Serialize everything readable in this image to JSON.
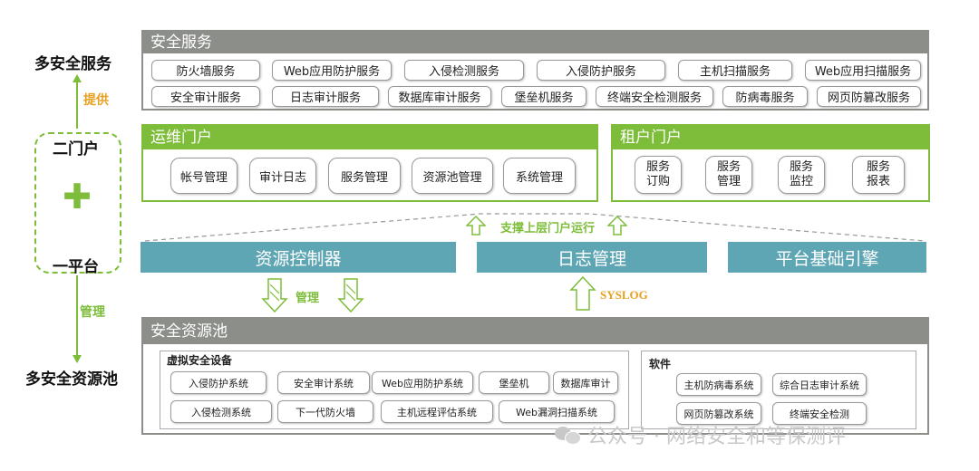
{
  "left": {
    "top_label": "多安全服务",
    "provide_label": "提供",
    "portal_label": "二门户",
    "platform_label": "一平台",
    "manage_label": "管理",
    "bottom_label": "多安全资源池"
  },
  "security_services": {
    "title": "安全服务",
    "row1": [
      "防火墙服务",
      "Web应用防护服务",
      "入侵检测服务",
      "入侵防护服务",
      "主机扫描服务",
      "Web应用扫描服务"
    ],
    "row2": [
      "安全审计服务",
      "日志审计服务",
      "数据库审计服务",
      "堡垒机服务",
      "终端安全检测服务",
      "防病毒服务",
      "网页防篡改服务"
    ]
  },
  "ops_portal": {
    "title": "运维门户",
    "items": [
      "帐号管理",
      "审计日志",
      "服务管理",
      "资源池管理",
      "系统管理"
    ]
  },
  "tenant_portal": {
    "title": "租户门户",
    "items": [
      "服务\n订购",
      "服务\n管理",
      "服务\n监控",
      "服务\n报表"
    ]
  },
  "support_label": "支撑上层门户运行",
  "platform": {
    "resource_controller": "资源控制器",
    "log_management": "日志管理",
    "base_engine": "平台基础引擎"
  },
  "manage_arrow_label": "管理",
  "syslog_label": "SYSLOG",
  "resource_pool": {
    "title": "安全资源池",
    "virtual": {
      "title": "虚拟安全设备",
      "row1": [
        "入侵防护系统",
        "安全审计系统",
        "Web应用防护系统",
        "堡垒机",
        "数据库审计"
      ],
      "row2": [
        "入侵检测系统",
        "下一代防火墙",
        "主机远程评估系统",
        "Web漏洞扫描系统"
      ]
    },
    "software": {
      "title": "软件",
      "row1": [
        "主机防病毒系统",
        "综合日志审计系统"
      ],
      "row2": [
        "网页防篡改系统",
        "终端安全检测"
      ]
    }
  },
  "watermark": "公众号 · 网络安全和等保测评",
  "colors": {
    "green": "#7DBD3A",
    "gray": "#8C8E89",
    "teal": "#5FA6B5",
    "orange": "#E8A020"
  }
}
